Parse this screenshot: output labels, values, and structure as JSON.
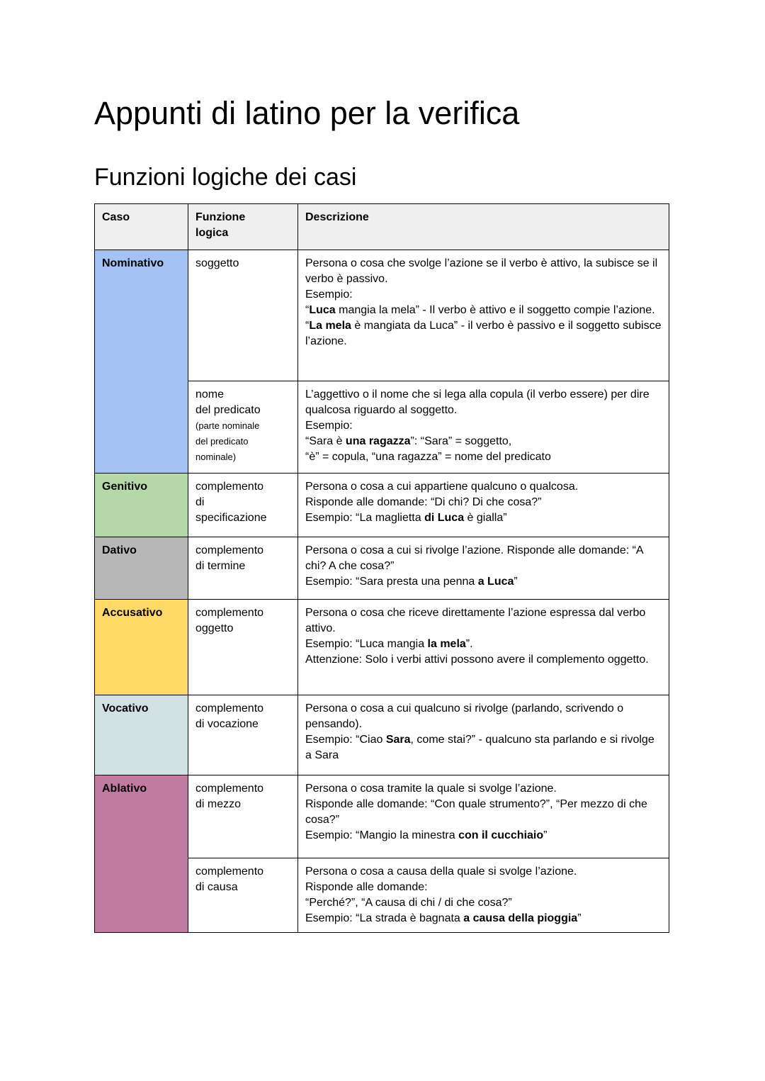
{
  "page": {
    "title": "Appunti di latino per la verifica",
    "section_heading": "Funzioni logiche dei casi"
  },
  "colors": {
    "header_bg": "#efefef",
    "border": "#000000",
    "nominativo": "#a4c2f4",
    "genitivo": "#b6d7a8",
    "dativo": "#b7b7b7",
    "accusativo": "#ffd966",
    "vocativo": "#d0e0e3",
    "ablativo": "#c27ba0"
  },
  "table": {
    "headers": [
      "Caso",
      "Funzione\nlogica",
      "Descrizione"
    ],
    "rows": [
      {
        "case_label": "Nominativo",
        "funzione": [
          [
            {
              "t": "soggetto"
            }
          ]
        ],
        "descrizione": [
          [
            {
              "t": "Persona o cosa che svolge l’azione se il verbo è attivo, la subisce se il verbo è passivo."
            }
          ],
          [
            {
              "t": "Esempio:"
            }
          ],
          [
            {
              "t": "“"
            },
            {
              "t": "Luca",
              "b": true
            },
            {
              "t": " mangia la mela” - Il verbo è attivo e il soggetto compie l’azione."
            }
          ],
          [
            {
              "t": "“"
            },
            {
              "t": "La mela",
              "b": true
            },
            {
              "t": " è mangiata da Luca” - il verbo è passivo e il soggetto subisce l’azione."
            }
          ]
        ]
      },
      {
        "case_label": null,
        "funzione": [
          [
            {
              "t": "nome"
            }
          ],
          [
            {
              "t": "del predicato"
            }
          ],
          [
            {
              "t": "(parte nominale\ndel predicato\nnominale)",
              "s": true
            }
          ]
        ],
        "descrizione": [
          [
            {
              "t": "L’aggettivo o il nome che si lega alla copula (il verbo essere) per dire qualcosa riguardo al soggetto."
            }
          ],
          [
            {
              "t": "Esempio:"
            }
          ],
          [
            {
              "t": "“Sara è "
            },
            {
              "t": "una ragazza",
              "b": true
            },
            {
              "t": "”: “Sara” = soggetto,"
            }
          ],
          [
            {
              "t": "“è” = copula, “una ragazza” = nome del predicato"
            }
          ]
        ]
      },
      {
        "case_label": "Genitivo",
        "funzione": [
          [
            {
              "t": "complemento"
            }
          ],
          [
            {
              "t": "di"
            }
          ],
          [
            {
              "t": "specificazione"
            }
          ]
        ],
        "descrizione": [
          [
            {
              "t": "Persona o cosa a cui appartiene qualcuno o qualcosa."
            }
          ],
          [
            {
              "t": "Risponde alle domande: “Di chi? Di che cosa?”"
            }
          ],
          [
            {
              "t": "Esempio: “La maglietta "
            },
            {
              "t": "di Luca",
              "b": true
            },
            {
              "t": " è gialla”"
            }
          ]
        ]
      },
      {
        "case_label": "Dativo",
        "funzione": [
          [
            {
              "t": "complemento"
            }
          ],
          [
            {
              "t": "di termine"
            }
          ]
        ],
        "descrizione": [
          [
            {
              "t": "Persona o cosa a cui si rivolge l’azione. Risponde alle domande: “A chi? A che cosa?”"
            }
          ],
          [
            {
              "t": "Esempio: “Sara presta una penna "
            },
            {
              "t": "a Luca",
              "b": true
            },
            {
              "t": "”"
            }
          ]
        ]
      },
      {
        "case_label": "Accusativo",
        "funzione": [
          [
            {
              "t": "complemento"
            }
          ],
          [
            {
              "t": "oggetto"
            }
          ]
        ],
        "descrizione": [
          [
            {
              "t": "Persona o cosa che riceve direttamente l’azione espressa dal verbo attivo."
            }
          ],
          [
            {
              "t": "Esempio: “Luca mangia "
            },
            {
              "t": "la mela",
              "b": true
            },
            {
              "t": "”."
            }
          ],
          [
            {
              "t": "Attenzione: Solo i verbi attivi possono avere il complemento oggetto."
            }
          ]
        ]
      },
      {
        "case_label": "Vocativo",
        "funzione": [
          [
            {
              "t": "complemento"
            }
          ],
          [
            {
              "t": "di vocazione"
            }
          ]
        ],
        "descrizione": [
          [
            {
              "t": "Persona o cosa a cui qualcuno si rivolge (parlando, scrivendo o pensando)."
            }
          ],
          [
            {
              "t": "Esempio: “Ciao "
            },
            {
              "t": "Sara",
              "b": true
            },
            {
              "t": ", come stai?” - qualcuno sta parlando e si rivolge a Sara"
            }
          ]
        ]
      },
      {
        "case_label": "Ablativo",
        "funzione": [
          [
            {
              "t": "complemento"
            }
          ],
          [
            {
              "t": "di mezzo"
            }
          ]
        ],
        "descrizione": [
          [
            {
              "t": "Persona o cosa tramite la quale si svolge l’azione."
            }
          ],
          [
            {
              "t": "Risponde alle domande: “Con quale strumento?”, “Per mezzo di che cosa?”"
            }
          ],
          [
            {
              "t": "Esempio: “Mangio la minestra "
            },
            {
              "t": "con il cucchiaio",
              "b": true
            },
            {
              "t": "”"
            }
          ]
        ]
      },
      {
        "case_label": null,
        "funzione": [
          [
            {
              "t": "complemento"
            }
          ],
          [
            {
              "t": "di causa"
            }
          ]
        ],
        "descrizione": [
          [
            {
              "t": "Persona o cosa a causa della quale si svolge l’azione."
            }
          ],
          [
            {
              "t": "Risponde alle domande:"
            }
          ],
          [
            {
              "t": "“Perché?”, “A causa di chi / di che cosa?”"
            }
          ],
          [
            {
              "t": "Esempio: “La strada è bagnata "
            },
            {
              "t": "a causa della pioggia",
              "b": true
            },
            {
              "t": "”"
            }
          ]
        ]
      }
    ]
  }
}
